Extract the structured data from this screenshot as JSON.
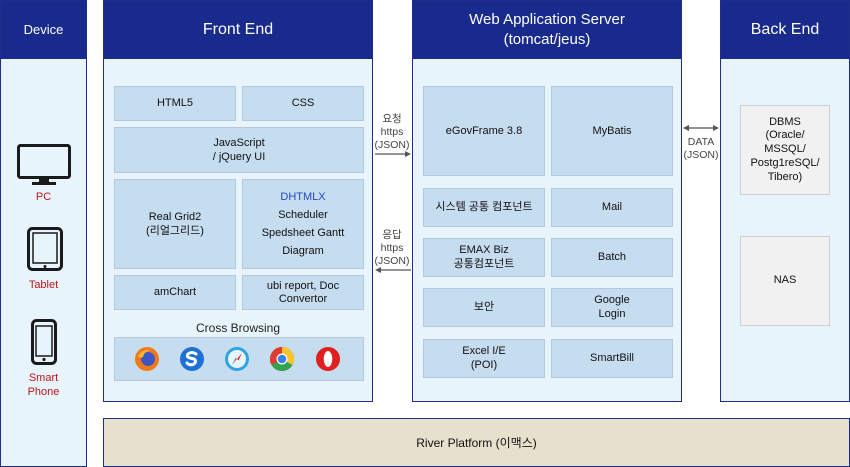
{
  "device": {
    "title": "Device",
    "items": [
      "PC",
      "Tablet",
      "Smart\nPhone"
    ]
  },
  "frontend": {
    "title": "Front End",
    "html5": "HTML5",
    "css": "CSS",
    "javascript": "JavaScript\n/ jQuery UI",
    "realgrid": "Real Grid2\n(리얼그리드)",
    "dhtmlx_title": "DHTMLX",
    "dhtmlx_items": [
      "Scheduler",
      "Spedsheet Gantt",
      "Diagram"
    ],
    "amchart": "amChart",
    "ubi": "ubi report, Doc\nConvertor",
    "cross_browsing": "Cross Browsing",
    "browser_icons": [
      "firefox-icon",
      "skype-like-icon",
      "safari-icon",
      "chrome-icon",
      "opera-icon"
    ]
  },
  "request": "요청\nhttps\n(JSON)",
  "response": "응답\nhttps\n(JSON)",
  "was": {
    "title": "Web Application Server\n(tomcat/jeus)",
    "items": [
      "eGovFrame 3.8",
      "MyBatis",
      "시스템 공통 컴포넌트",
      "Mail",
      "EMAX Biz\n공통컴포넌트",
      "Batch",
      "보안",
      "Google\nLogin",
      "Excel I/E\n(POI)",
      "SmartBill"
    ]
  },
  "data_label": "DATA\n(JSON)",
  "backend": {
    "title": "Back End",
    "dbms": "DBMS\n(Oracle/\nMSSQL/\nPostg1reSQL/\nTibero)",
    "nas": "NAS"
  },
  "platform": "River Platform (이맥스)",
  "colors": {
    "header": "#182a8c",
    "column_bg": "#e8f4fb",
    "box": "#c6dcef",
    "device_label": "#c0141a",
    "dhtmlx": "#2448c8",
    "platform_bg": "#e6e1cc"
  }
}
